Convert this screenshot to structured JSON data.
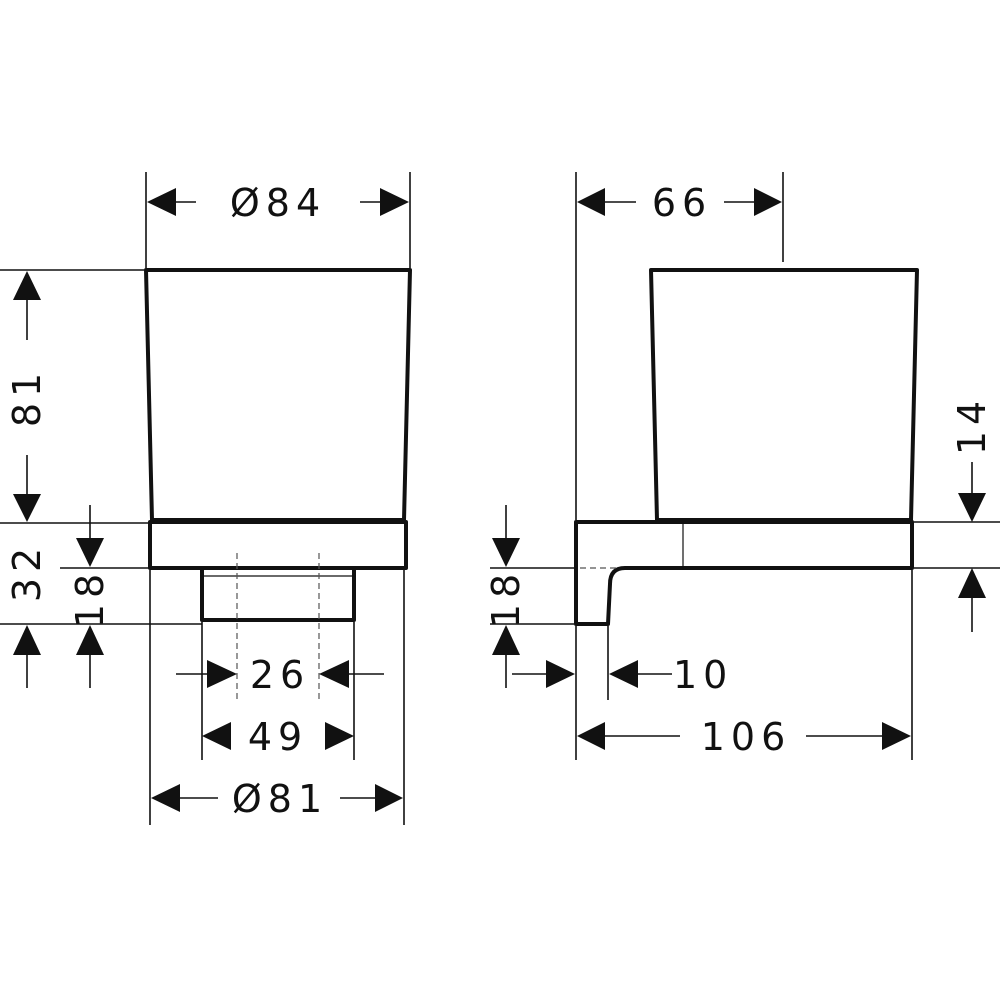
{
  "diagram": {
    "front_view": {
      "top_width": "Ø84",
      "height": "81",
      "holder_height": "32",
      "base_height": "18",
      "inner_spacing": "26",
      "base_width": "49",
      "bottom_width": "Ø81"
    },
    "side_view": {
      "depth": "66",
      "insertion": "14",
      "plate_height": "18",
      "plate_thickness": "10",
      "total_depth": "106"
    }
  }
}
